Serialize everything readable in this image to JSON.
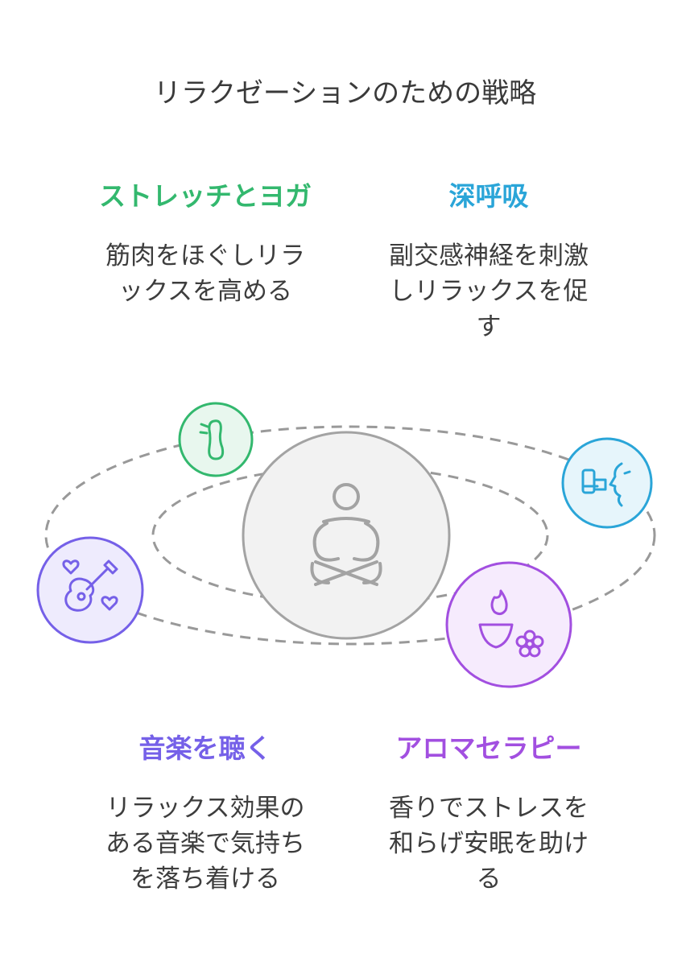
{
  "title": "リラクゼーションのための戦略",
  "colors": {
    "green": "#33b86e",
    "blue": "#2aa5d8",
    "indigo": "#7560e8",
    "purple": "#a24fe0",
    "gray": "#a3a3a3"
  },
  "strategies": {
    "stretch": {
      "title": "ストレッチとヨガ",
      "desc_lines": [
        "筋肉をほぐしリラ",
        "ックスを高める"
      ],
      "icon": "foot-icon"
    },
    "breath": {
      "title": "深呼吸",
      "desc_lines": [
        "副交感神経を刺激",
        "しリラックスを促",
        "す"
      ],
      "icon": "inhaler-breath-icon"
    },
    "music": {
      "title": "音楽を聴く",
      "desc_lines": [
        "リラックス効果の",
        "ある音楽で気持ち",
        "を落ち着ける"
      ],
      "icon": "guitar-hearts-icon"
    },
    "aroma": {
      "title": "アロマセラピー",
      "desc_lines": [
        "香りでストレスを",
        "和らげ安眠を助け",
        "る"
      ],
      "icon": "aroma-burner-icon"
    }
  },
  "center": {
    "icon": "meditation-icon"
  }
}
